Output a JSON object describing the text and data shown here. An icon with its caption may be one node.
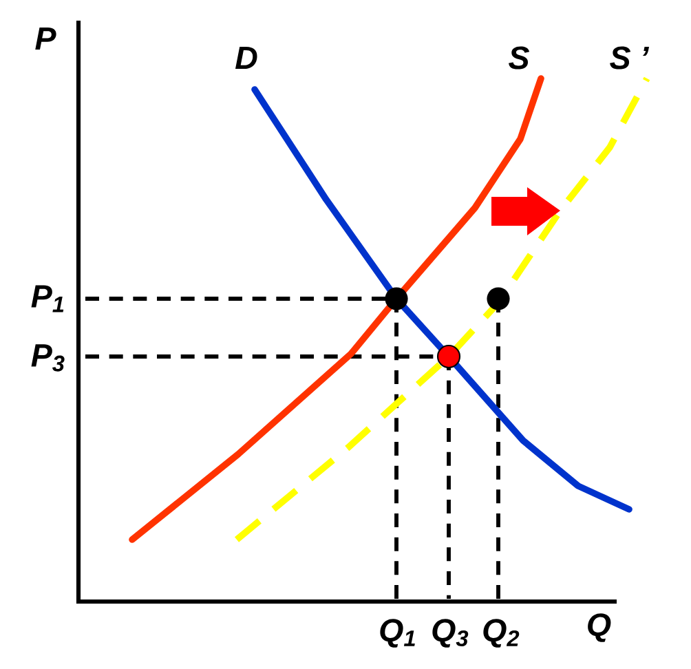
{
  "diagram": {
    "labels": [
      "P",
      "D",
      "S",
      "S ’",
      "P$_{1}$",
      "P$_{3}$",
      "Q$_{1}$",
      "Q$_{3}$",
      "Q$_{2}$",
      "Q"
    ]
  }
}
